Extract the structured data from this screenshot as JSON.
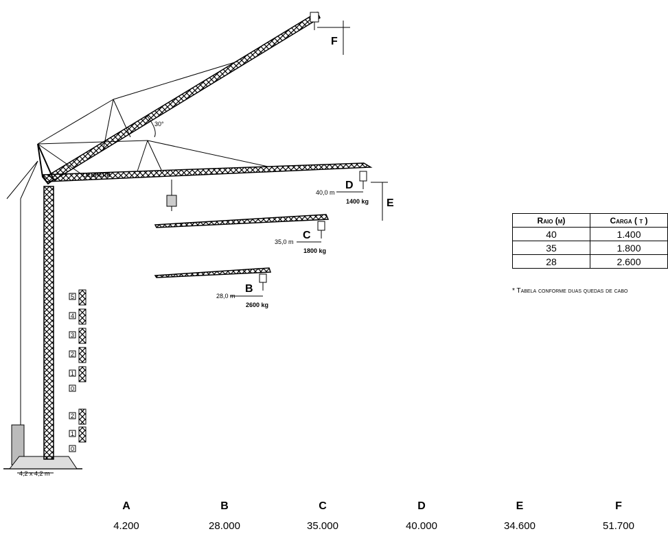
{
  "drawing": {
    "labels": {
      "F": "F",
      "D": "D",
      "E": "E",
      "C": "C",
      "B": "B"
    },
    "angle": "30°",
    "boom_brand": "LIEBHERR",
    "positions": [
      {
        "radius": "40,0 m",
        "load": "1400 kg"
      },
      {
        "radius": "35,0 m",
        "load": "1800 kg"
      },
      {
        "radius": "28,0 m",
        "load": "2600 kg"
      }
    ],
    "base_dim": "4,2 x 4,2 m",
    "section_numbers": [
      "5",
      "4",
      "3",
      "2",
      "1",
      "0",
      "2",
      "1",
      "0"
    ]
  },
  "table": {
    "headers": [
      "Raio (m)",
      "Carga ( t )"
    ],
    "rows": [
      [
        "40",
        "1.400"
      ],
      [
        "35",
        "1.800"
      ],
      [
        "28",
        "2.600"
      ]
    ],
    "note": "* Tabela conforme duas quedas de cabo"
  },
  "dimensions": [
    {
      "letter": "A",
      "value": "4.200"
    },
    {
      "letter": "B",
      "value": "28.000"
    },
    {
      "letter": "C",
      "value": "35.000"
    },
    {
      "letter": "D",
      "value": "40.000"
    },
    {
      "letter": "E",
      "value": "34.600"
    },
    {
      "letter": "F",
      "value": "51.700"
    }
  ]
}
